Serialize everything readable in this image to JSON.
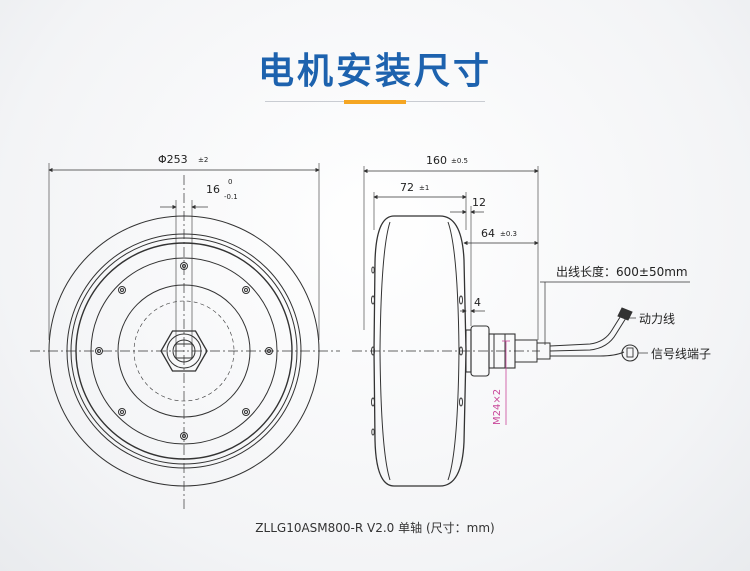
{
  "title": "电机安装尺寸",
  "front_view": {
    "diameter": "Φ253",
    "diameter_tol": "±2",
    "keyway_width": "16",
    "keyway_tol_upper": "0",
    "keyway_tol_lower": "-0.1"
  },
  "side_view": {
    "overall_width": "160",
    "overall_width_tol": "±0.5",
    "hub_width": "72",
    "hub_width_tol": "±1",
    "shaft_step": "12",
    "shaft_length": "64",
    "shaft_length_tol": "±0.3",
    "flat_width": "4",
    "thread": "M24×2"
  },
  "callouts": {
    "cable_length": "出线长度：600±50mm",
    "power_wire": "动力线",
    "signal_terminal": "信号线端子"
  },
  "caption": "ZLLG10ASM800-R V2.0 单轴 (尺寸：mm)",
  "colors": {
    "title": "#1d62ae",
    "accent": "#f5a623",
    "thread_callout": "#c9479a"
  }
}
